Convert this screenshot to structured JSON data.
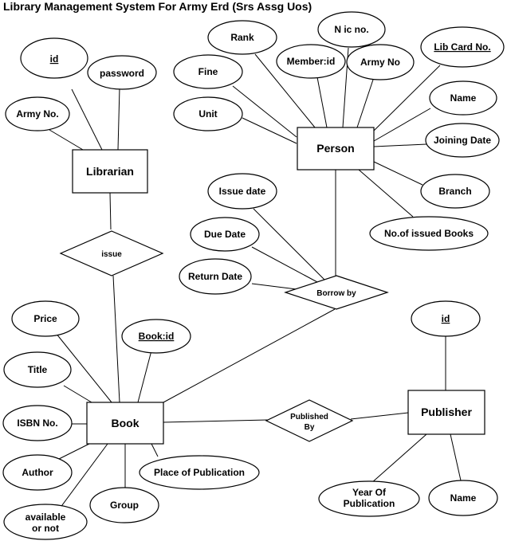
{
  "title": "Library Management System For Army Erd (Srs Assg Uos)",
  "entities": {
    "librarian": "Librarian",
    "person": "Person",
    "book": "Book",
    "publisher": "Publisher"
  },
  "relationships": {
    "issue": "issue",
    "borrow_by": "Borrow by",
    "published_by": [
      "Published",
      "By"
    ]
  },
  "attributes": {
    "librarian_id": "id",
    "password": "password",
    "librarian_army_no": "Army No.",
    "rank": "Rank",
    "nic_no": "N ic no.",
    "member_id": "Member:id",
    "person_army_no": "Army No",
    "lib_card_no": "Lib Card No.",
    "fine": "Fine",
    "unit": "Unit",
    "person_name": "Name",
    "joining_date": "Joining Date",
    "branch": "Branch",
    "no_issued_books": "No.of issued Books",
    "issue_date": "Issue date",
    "due_date": "Due Date",
    "return_date": "Return Date",
    "price": "Price",
    "book_id": "Book:id",
    "book_title": "Title",
    "isbn": "ISBN No.",
    "author": "Author",
    "place_of_publication": "Place of Publication",
    "group": "Group",
    "available": [
      "available",
      "or not"
    ],
    "publisher_id": "id",
    "year_of_publication": [
      "Year Of",
      "Publication"
    ],
    "publisher_name": "Name"
  }
}
